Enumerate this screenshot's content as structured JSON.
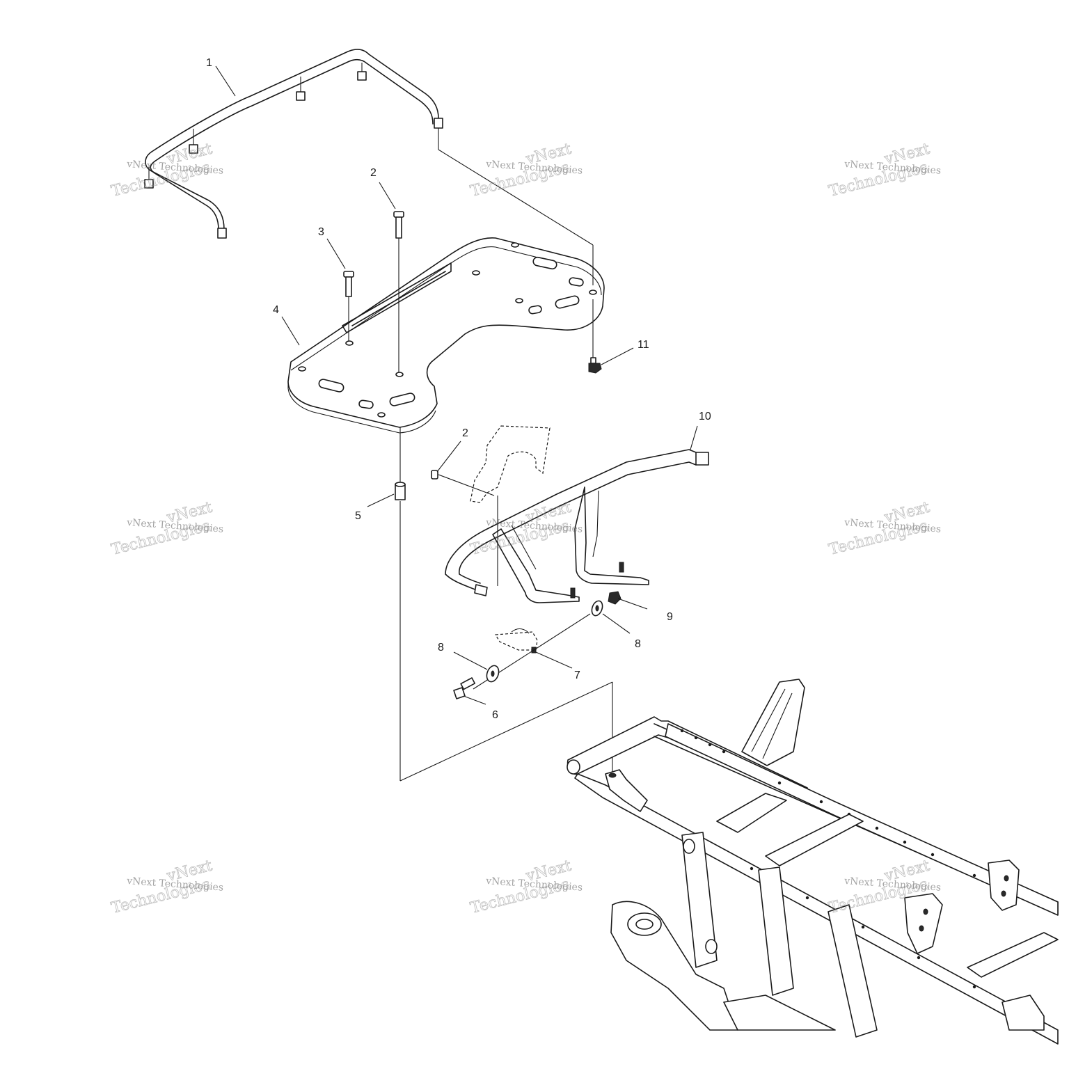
{
  "diagram": {
    "part_labels": {
      "p1": "1",
      "p2_top": "2",
      "p3": "3",
      "p4": "4",
      "p11": "11",
      "p10": "10",
      "p2_mid": "2",
      "p5": "5",
      "p9": "9",
      "p8_right": "8",
      "p8_left": "8",
      "p7": "7",
      "p6": "6"
    },
    "watermark": {
      "line1": "vNext Technologies",
      "line2": "Technologies",
      "top": "vNext"
    }
  }
}
